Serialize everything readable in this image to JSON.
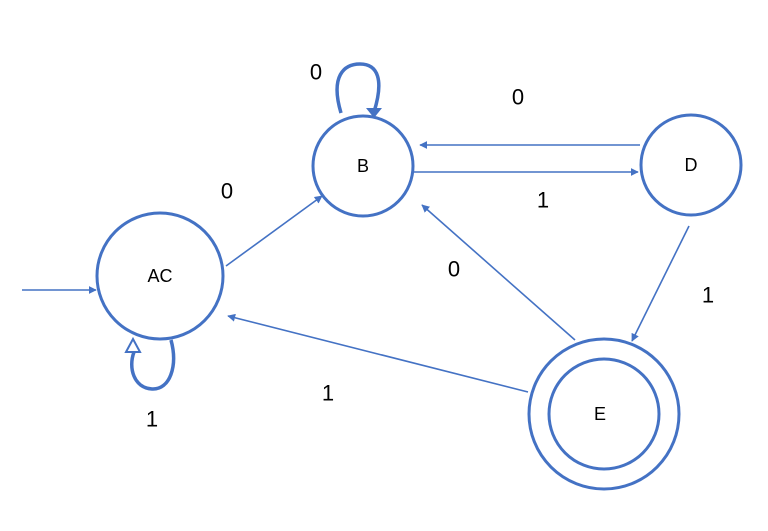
{
  "colors": {
    "stroke": "#4472c4",
    "text": "#000000",
    "background": "#ffffff"
  },
  "states": {
    "ac": {
      "label": "AC",
      "start": true,
      "accepting": false
    },
    "b": {
      "label": "B",
      "start": false,
      "accepting": false
    },
    "d": {
      "label": "D",
      "start": false,
      "accepting": false
    },
    "e": {
      "label": "E",
      "start": false,
      "accepting": true
    }
  },
  "transitions": {
    "b_self": {
      "from": "B",
      "to": "B",
      "label": "0"
    },
    "d_to_b": {
      "from": "D",
      "to": "B",
      "label": "0"
    },
    "ac_to_b": {
      "from": "AC",
      "to": "B",
      "label": "0"
    },
    "b_to_d": {
      "from": "B",
      "to": "D",
      "label": "1"
    },
    "e_to_b": {
      "from": "E",
      "to": "B",
      "label": "0"
    },
    "d_to_e": {
      "from": "D",
      "to": "E",
      "label": "1"
    },
    "e_to_ac": {
      "from": "E",
      "to": "AC",
      "label": "1"
    },
    "ac_self": {
      "from": "AC",
      "to": "AC",
      "label": "1"
    }
  }
}
